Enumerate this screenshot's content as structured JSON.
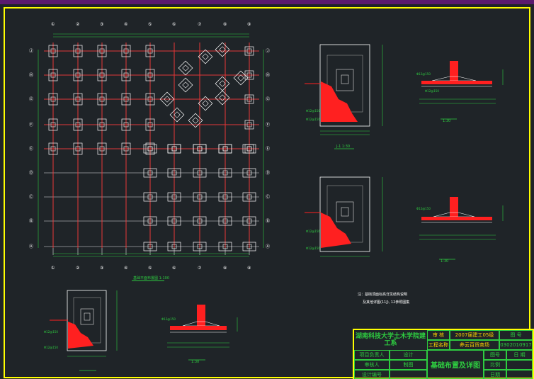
{
  "title_block": {
    "school": "湖南科技大学土木学院建工系",
    "labels": {
      "shenhe": "审 核",
      "gongcheng": "工程名称",
      "project_leader": "项目负责人",
      "checker": "审核人",
      "designer": "设计",
      "drafter": "制图",
      "design_no": "设计编号",
      "drawing_no": "图号",
      "scale": "比例",
      "date": "日期",
      "graduation": "2007届建工05级",
      "drawing_id": "0302010917",
      "project_name": "养云百货商场",
      "drawing_title": "基础布置及详图",
      "sheet_label": "图 号",
      "date_label": "日 期"
    }
  },
  "plan": {
    "top_axis_labels": [
      "①",
      "②",
      "③",
      "④",
      "⑤",
      "⑥",
      "⑦",
      "⑧",
      "⑨"
    ],
    "bottom_axis_labels": [
      "①",
      "②",
      "③",
      "④",
      "⑤",
      "⑥",
      "⑦",
      "⑧",
      "⑨"
    ],
    "side_axis_labels": [
      "Ⓙ",
      "Ⓗ",
      "Ⓖ",
      "Ⓕ",
      "Ⓔ",
      "Ⓓ",
      "Ⓒ",
      "Ⓑ",
      "Ⓐ"
    ],
    "caption": "基础平面布置图 1:100"
  },
  "notes": {
    "line1": "注：基础顶面标高详见结构说明",
    "line2": "及其他详图(11J), 12参照图集"
  },
  "details": {
    "scale_label_1": "1:30",
    "scale_label_2": "1:30",
    "scale_label_3": "1:30"
  },
  "colors": {
    "background": "#1f2428",
    "frame": "#ffff00",
    "grid": "#ffffff",
    "axis_red": "#ff2020",
    "green": "#2ecc40"
  }
}
